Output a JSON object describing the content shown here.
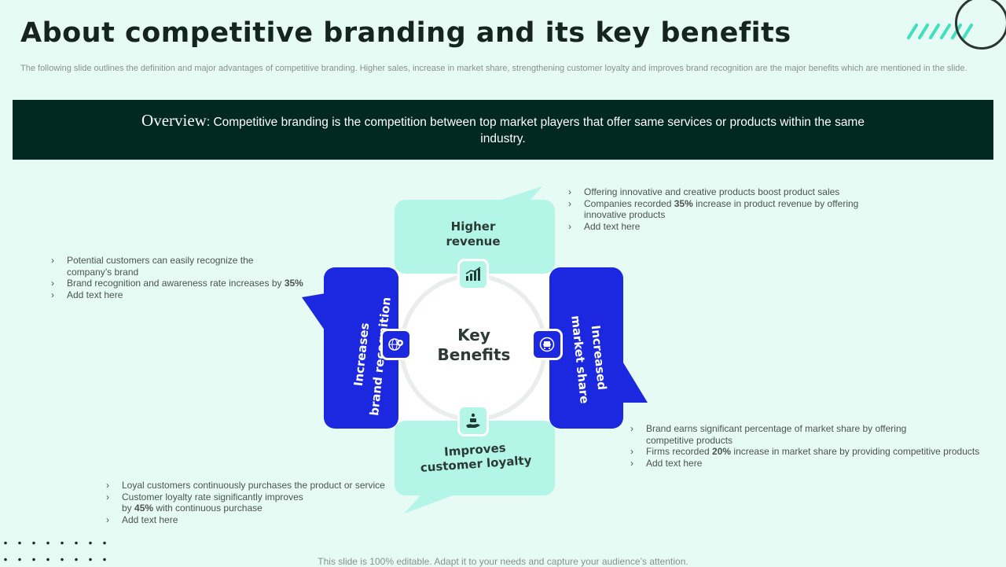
{
  "title": "About competitive branding and its key benefits",
  "subtitle": "The following slide outlines the definition and major advantages of competitive branding. Higher sales, increase in market share, strengthening customer loyalty and improves brand recognition are the major benefits which are mentioned in the slide.",
  "overview": {
    "label": "Overview",
    "text": ": Competitive branding is the competition between top market players that offer same services or products  within the same industry."
  },
  "diagram": {
    "center": {
      "line1": "Key",
      "line2": "Benefits"
    },
    "top": {
      "line1": "Higher",
      "line2": "revenue",
      "icon": "growth-chart-icon"
    },
    "right": {
      "line1": "Increased",
      "line2": "market share",
      "icon": "market-share-icon"
    },
    "bottom": {
      "line1": "Improves",
      "line2": "customer loyalty",
      "icon": "hand-giving-icon"
    },
    "left": {
      "line1": "Increases",
      "line2": "brand recognition",
      "icon": "globe-gear-icon"
    }
  },
  "benefits": {
    "top": [
      {
        "text": "Offering innovative and creative products boost product sales"
      },
      {
        "pre": "Companies recorded ",
        "bold": "35%",
        "post": " increase in product revenue by offering innovative products"
      },
      {
        "text": "Add text here"
      }
    ],
    "left": [
      {
        "text": "Potential customers can easily recognize the company’s brand"
      },
      {
        "pre": "Brand recognition and awareness rate increases by ",
        "bold": "35%",
        "post": ""
      },
      {
        "text": "Add text here"
      }
    ],
    "right": [
      {
        "text": "Brand earns significant percentage of market share by offering competitive products"
      },
      {
        "pre": "Firms recorded ",
        "bold": "20%",
        "post": " increase in market share by providing competitive products"
      },
      {
        "text": "Add text here"
      }
    ],
    "bottom": [
      {
        "text": "Loyal customers continuously purchases the product or service"
      },
      {
        "pre": "Customer loyalty rate significantly improves by ",
        "bold": "45%",
        "post": " with continuous purchase"
      },
      {
        "text": "Add text here"
      }
    ]
  },
  "footer": "This slide is 100% editable. Adapt it to your needs and capture your audience’s attention.",
  "colors": {
    "background": "#e6fbf4",
    "overview_bg": "#012821",
    "mint": "#b3f5e6",
    "blue": "#1b28df",
    "accent_lines": "#3fe0bd"
  }
}
